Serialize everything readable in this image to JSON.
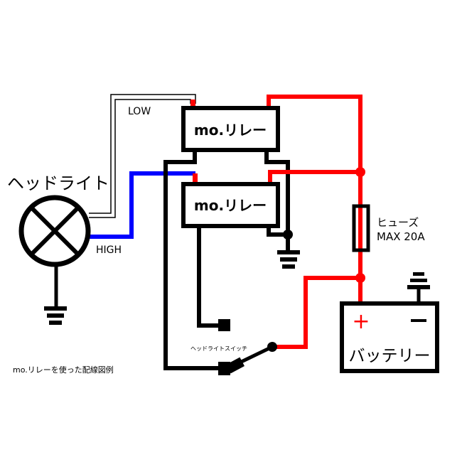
{
  "title": "mo.リレーを使った配線図例",
  "colors": {
    "positive_wire": "#ff0000",
    "high_wire": "#0000ff",
    "low_wire": "#ffffff",
    "ground_wire": "#000000"
  },
  "headlight": {
    "label": "ヘッドライト",
    "low_label": "LOW",
    "high_label": "HIGH"
  },
  "relays": [
    {
      "label": "mo.リレー"
    },
    {
      "label": "mo.リレー"
    }
  ],
  "fuse": {
    "label": "ヒューズ",
    "rating": "MAX 20A"
  },
  "battery": {
    "label": "バッテリー",
    "positive": "+",
    "negative": "−"
  },
  "switch": {
    "label": "ヘッドライトスイッチ"
  }
}
